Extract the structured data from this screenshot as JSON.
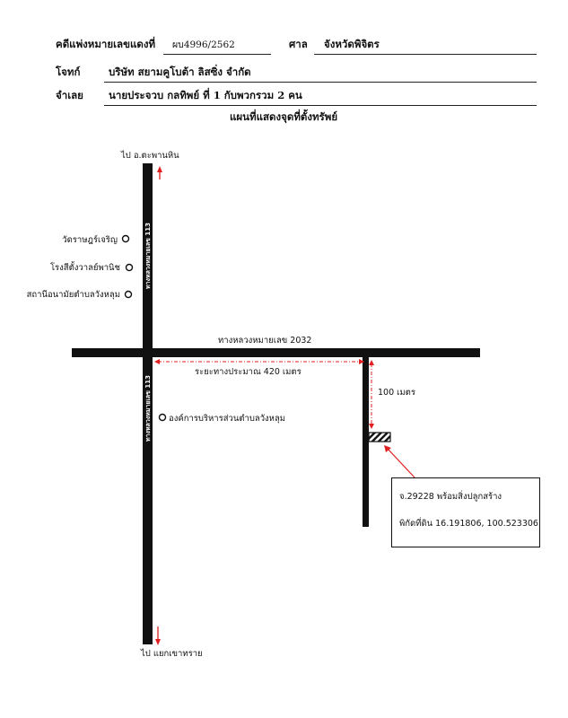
{
  "header": {
    "case_label": "คดีแพ่งหมายเลขแดงที่",
    "case_number": "ผบ4996/2562",
    "court_label": "ศาล",
    "court_name": "จังหวัดพิจิตร",
    "plaintiff_label": "โจทก์",
    "plaintiff_name": "บริษัท สยามคูโบต้า ลิสซิ่ง จำกัด",
    "defendant_label": "จำเลย",
    "defendant_name": "นายประจวบ กลทิพย์  ที่ 1 กับพวกรวม 2 คน",
    "map_title": "แผนที่แสดงจุดที่ตั้งทรัพย์"
  },
  "roads": {
    "north_direction": "ไป อ.ตะพานหิน",
    "south_direction": "ไป แยกเขาทราย",
    "highway_113_label": "ทางหลวงหมายเลข 113",
    "highway_2032_label": "ทางหลวงหมายเลข 2032"
  },
  "landmarks": [
    {
      "name": "วัดราษฎร์เจริญ"
    },
    {
      "name": "โรงสีตั้งวาลย์พานิช"
    },
    {
      "name": "สถานีอนามัยตำบลวังหลุม"
    },
    {
      "name": "องค์การบริหารส่วนตำบลวังหลุม"
    }
  ],
  "distances": {
    "horizontal": "ระยะทางประมาณ 420 เมตร",
    "vertical": "100 เมตร"
  },
  "property": {
    "deed": "จ.29228 พร้อมสิ่งปลูกสร้าง",
    "coords_label": "พิกัดที่ดิน",
    "coords_value": "16.191806, 100.523306"
  },
  "colors": {
    "road": "#111111",
    "arrow": "#e02020",
    "dashed": "#e02020"
  }
}
